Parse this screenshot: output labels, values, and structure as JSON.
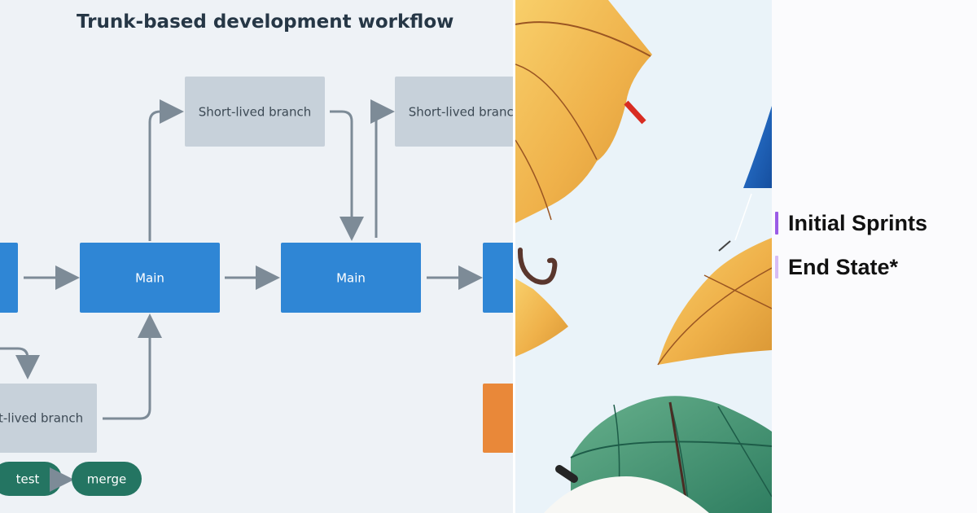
{
  "diagram": {
    "title": "Trunk-based development workflow",
    "nodes": {
      "main_label": "Main",
      "short_lived_branch_label": "Short-lived branch",
      "short_lived_branch_left_cropped": "rt-lived branch",
      "short_lived_branch_right_cropped": "Short-lived branch"
    },
    "actions": {
      "test": "test",
      "merge": "merge"
    },
    "colors": {
      "main": "#2f86d5",
      "short_branch": "#c7d1da",
      "arrows": "#7d8b97",
      "actions": "#247562",
      "orange": "#e98839",
      "title": "#263746"
    }
  },
  "photo": {
    "subject": "umbrellas against a pale sky",
    "colors": {
      "yellow_umbrella": "#f0b54f",
      "green_umbrella": "#3a8c6f",
      "blue_umbrella": "#1e5fb7",
      "red_ribbon": "#e34a2b"
    }
  },
  "legend": {
    "items": [
      {
        "label": "Initial Sprints",
        "color": "#9b5ce6"
      },
      {
        "label": "End State*",
        "color": "#d7bdf5"
      }
    ]
  }
}
